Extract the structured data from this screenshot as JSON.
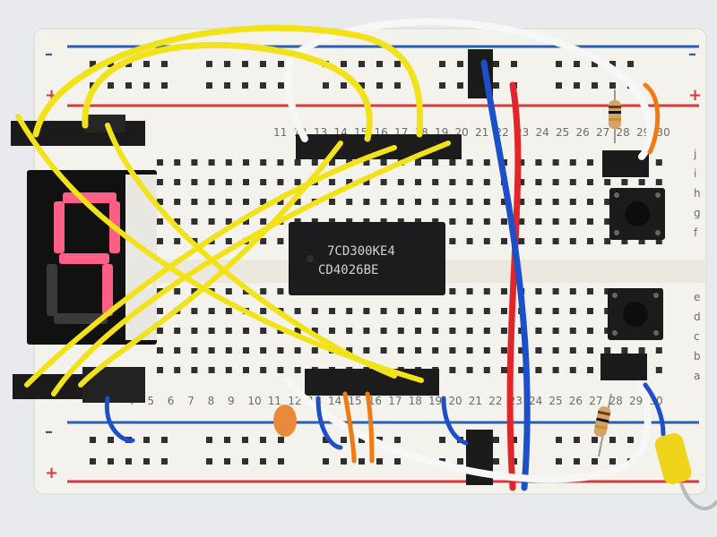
{
  "chip": {
    "line1": "7CD300KE4",
    "line2": "CD4026BE"
  },
  "rails": {
    "plus": "+",
    "minus": "–"
  },
  "board": {
    "top_columns": [
      "11",
      "12",
      "13",
      "14",
      "15",
      "16",
      "17",
      "18",
      "19",
      "20",
      "21",
      "22",
      "23",
      "24",
      "25",
      "26",
      "27",
      "28",
      "29",
      "30"
    ],
    "bottom_columns": [
      "4",
      "5",
      "6",
      "7",
      "8",
      "9",
      "10",
      "11",
      "12",
      "13",
      "14",
      "15",
      "16",
      "17",
      "18",
      "19",
      "20",
      "21",
      "22",
      "23",
      "24",
      "25",
      "26",
      "27",
      "28",
      "29",
      "30"
    ],
    "row_letters_top": [
      "j",
      "i",
      "h",
      "g",
      "f"
    ],
    "row_letters_bottom": [
      "e",
      "d",
      "c",
      "b",
      "a"
    ]
  },
  "display": {
    "lit_segments": [
      "a",
      "b",
      "f",
      "g",
      "c"
    ],
    "segment_color": "#ff5f86"
  },
  "colors": {
    "board": "#f3f1ea",
    "hole": "#2f2f2f",
    "rail_red": "#d63a3a",
    "rail_blue": "#2a5fb0",
    "wire_yellow": "#f2e21a",
    "wire_red": "#e0262b",
    "wire_blue": "#1d4fc9",
    "wire_white": "#f7f7f7",
    "wire_orange": "#f07a14",
    "chip_body": "#1c1c1e",
    "button_body": "#1b1b1b"
  }
}
